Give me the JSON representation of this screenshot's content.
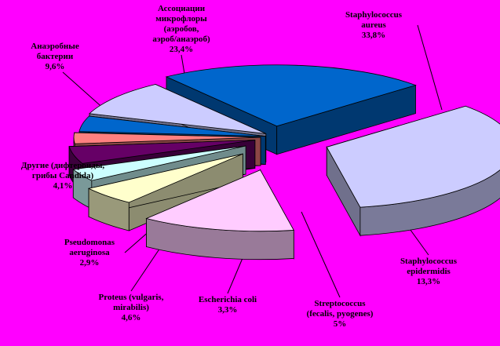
{
  "chart_data": {
    "type": "pie",
    "style": "3d-exploded",
    "background": "#ff00ff",
    "slices": [
      {
        "label": "Staphylococcus aureus",
        "lines": [
          "Staphylococcus",
          "aureus",
          "33,8%"
        ],
        "value": 33.8,
        "color": "#ccccff"
      },
      {
        "label": "Staphylococcus epidermidis",
        "lines": [
          "Staphylococcus",
          "epidermidis",
          "13,3%"
        ],
        "value": 13.3,
        "color": "#ffccff"
      },
      {
        "label": "Streptococcus (fecalis, pyogenes)",
        "lines": [
          "Streptococcus",
          "(fecalis, pyogenes)",
          "5%"
        ],
        "value": 5.0,
        "color": "#ffffcc"
      },
      {
        "label": "Escherichia coli",
        "lines": [
          "Escherichia coli",
          "3,3%"
        ],
        "value": 3.3,
        "color": "#ccffff"
      },
      {
        "label": "Proteus (vulgaris, mirabilis)",
        "lines": [
          "Proteus (vulgaris,",
          "mirabilis)",
          "4,6%"
        ],
        "value": 4.6,
        "color": "#660066"
      },
      {
        "label": "Pseudomonas aeruginosa",
        "lines": [
          "Pseudomonas",
          "aeruginosa",
          "2,9%"
        ],
        "value": 2.9,
        "color": "#ff8080"
      },
      {
        "label": "Другие (дифтероиды, грибы Candida)",
        "lines": [
          "Другие (дифтероиды,",
          "грибы Candida)",
          "4,1%"
        ],
        "value": 4.1,
        "color": "#0066cc"
      },
      {
        "label": "Анаэробные бактерии",
        "lines": [
          "Анаэробные",
          "бактерии",
          "9,6%"
        ],
        "value": 9.6,
        "color": "#ccccff"
      },
      {
        "label": "Ассоциации микрофлоры (аэробов, аэроб/анаэроб)",
        "lines": [
          "Ассоциации",
          "микрофлоры",
          "(аэробов,",
          "аэроб/анаэроб)",
          "23,4%"
        ],
        "value": 23.4,
        "color": "#0066cc"
      }
    ]
  }
}
